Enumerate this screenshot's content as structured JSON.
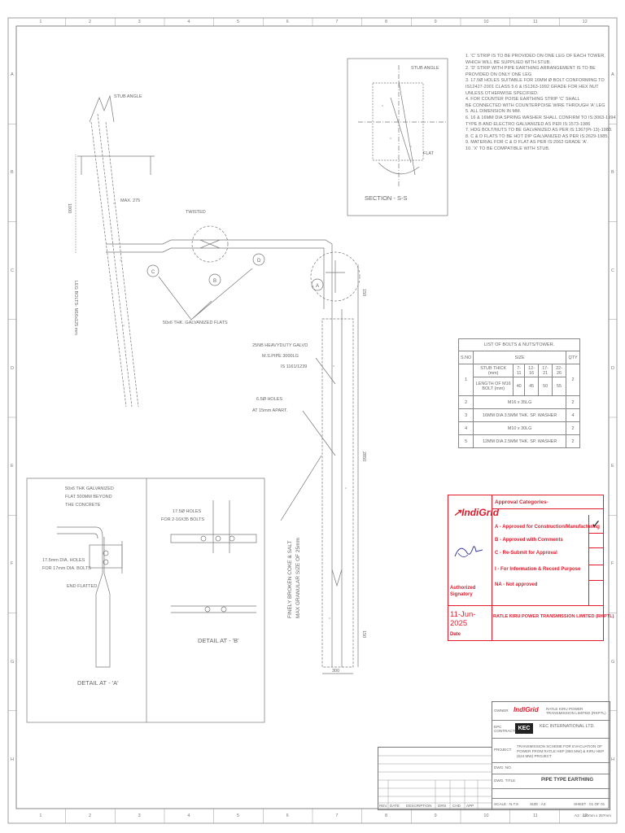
{
  "border_numbers": [
    "1",
    "2",
    "3",
    "4",
    "5",
    "6",
    "7",
    "8",
    "9",
    "10",
    "11",
    "12"
  ],
  "border_letters": [
    "A",
    "B",
    "C",
    "D",
    "E",
    "F",
    "G",
    "H"
  ],
  "drawing": {
    "labels": {
      "stub_angle": "STUB ANGLE",
      "max_275": "MAX. 275",
      "twisted": "TWISTED",
      "dim_1000": "1000",
      "leg_bolts": "LEG BOLTS- M16x125 mm",
      "flats": "50x6 THK. GALVANIZED FLATS",
      "pipe": [
        "25NB HEAVYDUTY GALVD",
        "M.S.PIPE 3000LG",
        "IS 1161/1239"
      ],
      "holes": [
        "6.5Ø HOLES",
        "AT 15mm APART."
      ],
      "coke": "FINELY BROKEN COKE & SALT",
      "coke2": "MAX GRANULAR SIZE OF 25mm",
      "dim_150_top": "150",
      "dim_2850": "2850",
      "dim_150_bot": "150",
      "dim_300": "300",
      "callout_a": "A",
      "callout_b": "B",
      "callout_c": "C",
      "callout_d": "D",
      "section_title": "SECTION - S-S",
      "section_stub": "STUB ANGLE",
      "section_flat": "FLAT",
      "detail_a_title": "DETAIL AT - 'A'",
      "detail_b_title": "DETAIL AT - 'B'",
      "detail_a_lines": [
        "50x6 THK GALVANIZED",
        "FLAT 500MM BEYOND",
        "THE CONCRETE"
      ],
      "detail_a_holes": [
        "17.5mm DIA. HOLES",
        "FOR 17mm DIA. BOLTS"
      ],
      "end_flatted": "END FLATTED",
      "detail_b_holes": [
        "17.5Ø HOLES",
        "FOR 2-16X35 BOLTS"
      ]
    }
  },
  "notes": [
    "1.  'C' STRIP IS TO BE PROVIDED ON ONE LEG OF EACH TOWER,",
    "     WHICH WILL BE SUPPLIED WITH STUB.",
    "2.  'D' STRIP WITH PIPE EARTHING ARRANGEMENT IS TO BE",
    "     PROVIDED ON ONLY ONE LEG",
    "3.  17.5Ø HOLES SUITABLE FOR 16MM Ø BOLT CONFORMING TO",
    "     IS12427-2001 CLASS 5.6 & IS1363-1992 GRADE FOR HEX NUT",
    "     UNLESS OTHERWISE SPECIFIED.",
    "4.  FOR COUNTER POISE EARTHING STRIP 'C' SHALL",
    "     BE CONNECTED WITH COUNTERPOISE WIRE THROUGH 'A' LEG",
    "5.  ALL DIMENSION IN MM.",
    "6.  16 & 16MM DIA SPRING WASHER SHALL CONFIRM TO IS:3063-1994",
    "     TYPE B AND ELECTRO GALVANIZED AS PER IS:1573-1986",
    "7.  HDG BOLT/NUTS TO BE GALVANIZED AS PER IS:1367(Pt-13)-1983.",
    "8.  C & D FLATS TO BE HOT DIP GALVANIZED AS PER IS:2629-1985.",
    "9.  MATERIAL FOR C & D FLAT AS PER IS:2062 GRADE 'A'.",
    "10. 'X' TO BE COMPATIBLE WITH STUB."
  ],
  "bolt_table": {
    "title": "LIST OF BOLTS & NUTS/TOWER.",
    "header": [
      "S.NO",
      "SIZE",
      "QTY"
    ],
    "stub_thk_label": "STUB THICK (mm)",
    "thk_ranges": [
      "7-11",
      "12-16",
      "17-21",
      "22-26"
    ],
    "length_label": "LENGTH OF M16 BOLT (mm)",
    "lengths": [
      "40",
      "45",
      "50",
      "55"
    ],
    "rows": [
      {
        "sno": "1",
        "qty": "2"
      },
      {
        "sno": "2",
        "size": "M16 x 35LG",
        "qty": "2"
      },
      {
        "sno": "3",
        "size": "16MM DIA 3.5MM THK. SP. WASHER",
        "qty": "4"
      },
      {
        "sno": "4",
        "size": "M10 x 30LG",
        "qty": "2"
      },
      {
        "sno": "5",
        "size": "12MM DIA 2.5MM THK. SP. WASHER",
        "qty": "2"
      }
    ]
  },
  "stamp": {
    "brand": "IndiGrid",
    "heading": "Approval Categories-",
    "categories": [
      {
        "label": "A - Approved for Construction/Manufacturing",
        "check": "✓"
      },
      {
        "label": "B - Approved with Comments",
        "check": ""
      },
      {
        "label": "C - Re-Submit for Approval",
        "check": ""
      },
      {
        "label": "I - For Information & Record Purpose",
        "check": ""
      },
      {
        "label": "NA - Not approved",
        "check": ""
      }
    ],
    "authorized": "Authorized Signatory",
    "date": "11-Jun-2025",
    "date_label": "Date",
    "company": "RATLE KIRU POWER TRANSMISSION LIMITED (RKPTL)"
  },
  "title_block": {
    "owner_label": "OWNER",
    "owner_brand": "IndiGrid",
    "owner_text": "RATLE KIRU POWER TRANSMISSION LIMITED (RKPTL)",
    "contractor_label": "EPC CONTRACTOR",
    "contractor_brand": "KEC",
    "contractor_name": "KEC INTERNATIONAL LTD.",
    "project_label": "PROJECT",
    "project_text": "TRANSMISSION SCHEME FOR EVACUATION OF POWER FROM RATLE HEP (850 MW) & KIRU HEP (624 MW) PROJECT",
    "drawing_title_label": "DWG. TITLE",
    "drawing_title": "PIPE TYPE EARTHING",
    "drawing_no_label": "DWG. NO.",
    "scale": "SCALE : N.T.S",
    "size": "SIZE : A3",
    "sheet": "SHEET : 01 OF 01",
    "rev_headers": [
      "REV.",
      "DATE",
      "DESCRIPTION",
      "DRN",
      "CHD",
      "APP"
    ],
    "footer_size": "A3 : 420mm x 297mm"
  }
}
